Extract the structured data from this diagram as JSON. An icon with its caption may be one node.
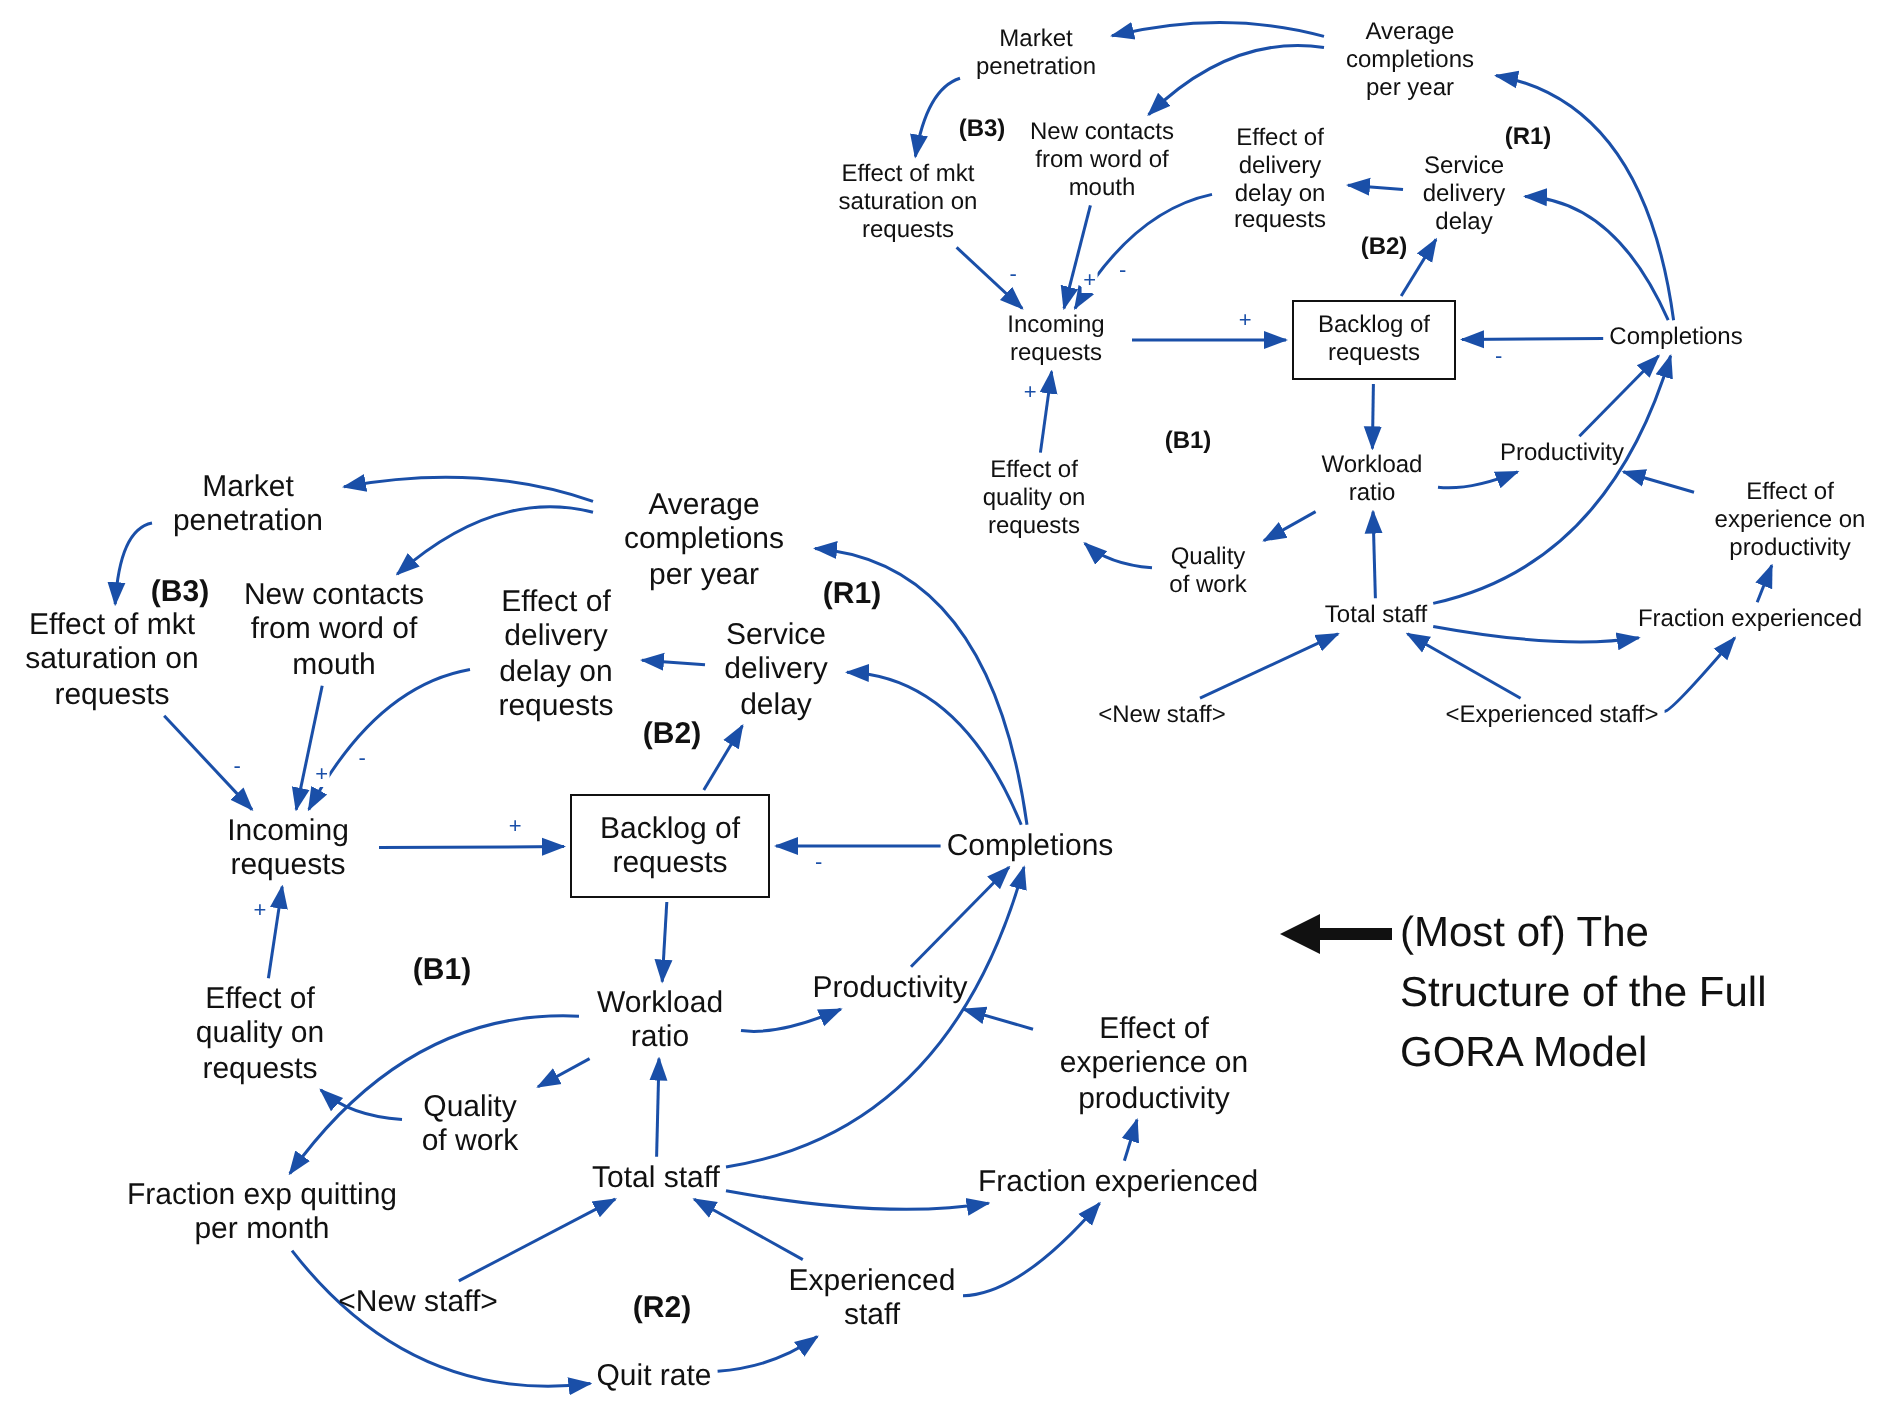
{
  "diagram": {
    "title": "(Most of) The Structure of the Full GORA Model",
    "nodes": [
      {
        "text": [
          "Market penetration"
        ]
      },
      {
        "text": [
          "Average completions per year"
        ]
      },
      {
        "text": [
          "Effect of mkt saturation on requests"
        ]
      },
      {
        "text": [
          "New contacts from word of mouth"
        ]
      },
      {
        "text": [
          "Effect of delivery delay on requests"
        ]
      },
      {
        "text": [
          "Service delivery delay"
        ]
      },
      {
        "text": [
          "Incoming requests"
        ]
      },
      {
        "text": [
          "Backlog of requests"
        ]
      },
      {
        "text": [
          "Completions"
        ]
      },
      {
        "text": [
          "Effect of quality on requests"
        ]
      },
      {
        "text": [
          "Workload ratio"
        ]
      },
      {
        "text": [
          "Productivity"
        ]
      },
      {
        "text": [
          "Quality of work"
        ]
      },
      {
        "text": [
          "Effect of experience on productivity"
        ]
      },
      {
        "text": [
          "Total staff"
        ]
      },
      {
        "text": [
          "Fraction experienced"
        ]
      },
      {
        "text": [
          "<New staff>"
        ]
      },
      {
        "text": [
          "<Experienced staff>"
        ]
      },
      {
        "text": [
          "Market penetration"
        ]
      },
      {
        "text": [
          "Average completions per year"
        ]
      },
      {
        "text": [
          "Effect of mkt saturation on requests"
        ]
      },
      {
        "text": [
          "New contacts from word of mouth"
        ]
      },
      {
        "text": [
          "Effect of delivery delay on requests"
        ]
      },
      {
        "text": [
          "Service delivery delay"
        ]
      },
      {
        "text": [
          "Incoming requests"
        ]
      },
      {
        "text": [
          "Backlog of requests"
        ]
      },
      {
        "text": [
          "Completions"
        ]
      },
      {
        "text": [
          "Effect of quality on requests"
        ]
      },
      {
        "text": [
          "Workload ratio"
        ]
      },
      {
        "text": [
          "Productivity"
        ]
      },
      {
        "text": [
          "Quality of work"
        ]
      },
      {
        "text": [
          "Effect of experience on productivity"
        ]
      },
      {
        "text": [
          "Fraction exp quitting per month"
        ]
      },
      {
        "text": [
          "Total staff"
        ]
      },
      {
        "text": [
          "Fraction experienced"
        ]
      },
      {
        "text": [
          "<New staff>"
        ]
      },
      {
        "text": [
          "Experienced staff"
        ]
      },
      {
        "text": [
          "Quit rate"
        ]
      }
    ],
    "edges": [
      {
        "from": 1,
        "to": 0,
        "arrow": "to"
      },
      {
        "from": 1,
        "to": 3,
        "arrow": "to"
      },
      {
        "from": 0,
        "to": 2,
        "arrow": "to"
      },
      {
        "from": 2,
        "to": 6,
        "arrow": "to",
        "label": "-"
      },
      {
        "from": 3,
        "to": 6,
        "arrow": "to",
        "label": "+"
      },
      {
        "from": 4,
        "to": 6,
        "arrow": "to",
        "label": "-"
      },
      {
        "from": 5,
        "to": 4,
        "arrow": "to"
      },
      {
        "from": 7,
        "to": 5,
        "arrow": "to"
      },
      {
        "from": 8,
        "to": 5,
        "arrow": "to"
      },
      {
        "from": 8,
        "to": 1,
        "arrow": "to"
      },
      {
        "from": 6,
        "to": 7,
        "arrow": "to",
        "label": "+"
      },
      {
        "from": 8,
        "to": 7,
        "arrow": "to",
        "label": "-"
      },
      {
        "from": 9,
        "to": 6,
        "arrow": "to",
        "label": "+"
      },
      {
        "from": 7,
        "to": 10,
        "arrow": "to"
      },
      {
        "from": 10,
        "to": 11,
        "arrow": "to"
      },
      {
        "from": 10,
        "to": 12,
        "arrow": "to"
      },
      {
        "from": 12,
        "to": 9,
        "arrow": "to"
      },
      {
        "from": 11,
        "to": 8,
        "arrow": "to"
      },
      {
        "from": 13,
        "to": 11,
        "arrow": "to"
      },
      {
        "from": 14,
        "to": 10,
        "arrow": "to"
      },
      {
        "from": 14,
        "to": 8,
        "arrow": "to"
      },
      {
        "from": 14,
        "to": 15,
        "arrow": "to"
      },
      {
        "from": 15,
        "to": 13,
        "arrow": "to"
      },
      {
        "from": 16,
        "to": 14,
        "arrow": "to"
      },
      {
        "from": 17,
        "to": 14,
        "arrow": "to"
      },
      {
        "from": 17,
        "to": 15,
        "arrow": "to"
      },
      {
        "from": 19,
        "to": 18,
        "arrow": "to"
      },
      {
        "from": 19,
        "to": 21,
        "arrow": "to"
      },
      {
        "from": 18,
        "to": 20,
        "arrow": "to"
      },
      {
        "from": 20,
        "to": 24,
        "arrow": "to",
        "label": "-"
      },
      {
        "from": 21,
        "to": 24,
        "arrow": "to",
        "label": "+"
      },
      {
        "from": 22,
        "to": 24,
        "arrow": "to",
        "label": "-"
      },
      {
        "from": 23,
        "to": 22,
        "arrow": "to"
      },
      {
        "from": 25,
        "to": 23,
        "arrow": "to"
      },
      {
        "from": 26,
        "to": 23,
        "arrow": "to"
      },
      {
        "from": 26,
        "to": 19,
        "arrow": "to"
      },
      {
        "from": 24,
        "to": 25,
        "arrow": "to",
        "label": "+"
      },
      {
        "from": 26,
        "to": 25,
        "arrow": "to",
        "label": "-"
      },
      {
        "from": 27,
        "to": 24,
        "arrow": "to",
        "label": "+"
      },
      {
        "from": 25,
        "to": 28,
        "arrow": "to"
      },
      {
        "from": 28,
        "to": 29,
        "arrow": "to"
      },
      {
        "from": 28,
        "to": 30,
        "arrow": "to"
      },
      {
        "from": 28,
        "to": 32,
        "arrow": "to"
      },
      {
        "from": 30,
        "to": 27,
        "arrow": "to"
      },
      {
        "from": 29,
        "to": 26,
        "arrow": "to"
      },
      {
        "from": 31,
        "to": 29,
        "arrow": "to"
      },
      {
        "from": 33,
        "to": 28,
        "arrow": "to"
      },
      {
        "from": 33,
        "to": 26,
        "arrow": "to"
      },
      {
        "from": 33,
        "to": 34,
        "arrow": "to"
      },
      {
        "from": 34,
        "to": 31,
        "arrow": "to"
      },
      {
        "from": 35,
        "to": 33,
        "arrow": "to"
      },
      {
        "from": 36,
        "to": 33,
        "arrow": "to"
      },
      {
        "from": 36,
        "to": 34,
        "arrow": "to"
      },
      {
        "from": 32,
        "to": 37,
        "arrow": "to"
      },
      {
        "from": 37,
        "to": 36,
        "arrow": "to"
      }
    ],
    "labels": [
      "(B3)",
      "(R1)",
      "(B2)",
      "(B1)",
      "(B3)",
      "(R1)",
      "(B2)",
      "(B1)",
      "(R2)"
    ]
  }
}
